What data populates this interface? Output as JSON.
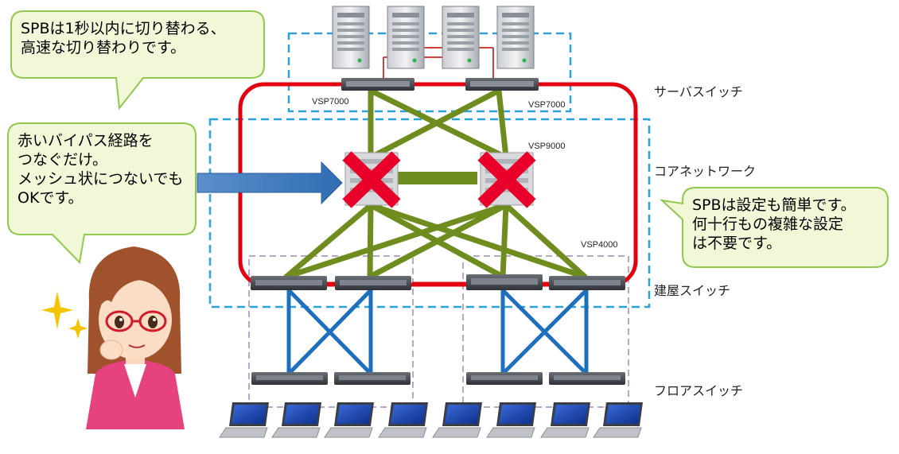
{
  "bubbles": {
    "speed": [
      "SPBは1秒以内に切り替わる、",
      "高速な切り替わりです。"
    ],
    "bypass": [
      "赤いバイパス経路を",
      "つなぐだけ。",
      "メッシュ状につないでも",
      "OKです。"
    ],
    "config": [
      "SPBは設定も簡単です。",
      "何十行もの複雑な設定",
      "は不要です。"
    ]
  },
  "layers": {
    "server_switch": "サーバスイッチ",
    "core_network": "コアネットワーク",
    "building_switch": "建屋スイッチ",
    "floor_switch": "フロアスイッチ"
  },
  "models": {
    "vsp7000_left": "VSP7000",
    "vsp7000_right": "VSP7000",
    "vsp9000": "VSP9000",
    "vsp4000": "VSP4000"
  },
  "colors": {
    "bypass_path": "#e3000f",
    "mesh_link": "#6e8d1e",
    "access_link": "#1f6fbf",
    "dashed_zone": "#29a3d9",
    "bubble_fill": "#f0f8d8",
    "bubble_border": "#92c84f",
    "arrow": "#3f7fc0",
    "failure_mark": "#e8002a"
  }
}
